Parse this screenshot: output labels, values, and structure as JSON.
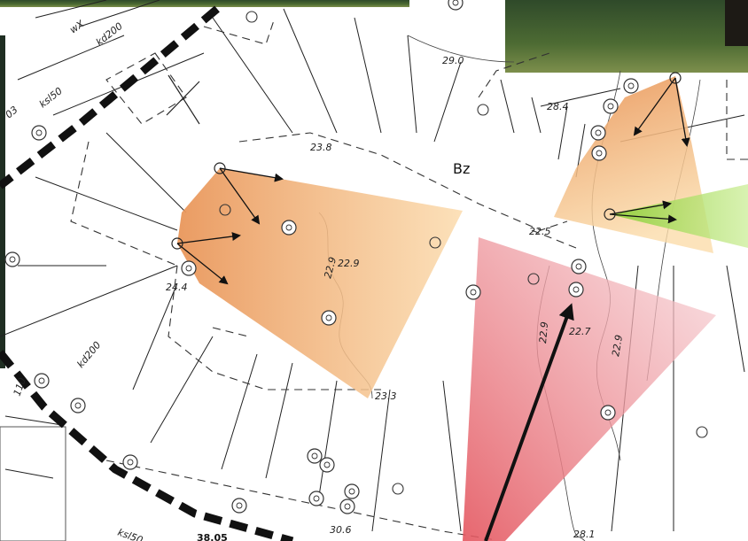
{
  "map": {
    "zone_label": "Bz",
    "elevations": [
      "29.0",
      "28.4",
      "23.8",
      "22.9",
      "24.4",
      "22.5",
      "23.3",
      "30.6",
      "28.1",
      "38.05"
    ],
    "contours": [
      "22.9",
      "22.9",
      "22.7",
      "22.9"
    ],
    "utilities": [
      "wX",
      "kd200",
      "ksl50",
      "kd200",
      "ksl50",
      "03",
      "110"
    ]
  },
  "colors": {
    "orange_cone": "#e9965a",
    "red_cone": "#e4565f",
    "green_cone": "#8fcf3a",
    "boundary": "#111111"
  },
  "icons": [
    "tree-symbol-icon",
    "photo-direction-arrow-icon",
    "cross-mark-icon"
  ]
}
